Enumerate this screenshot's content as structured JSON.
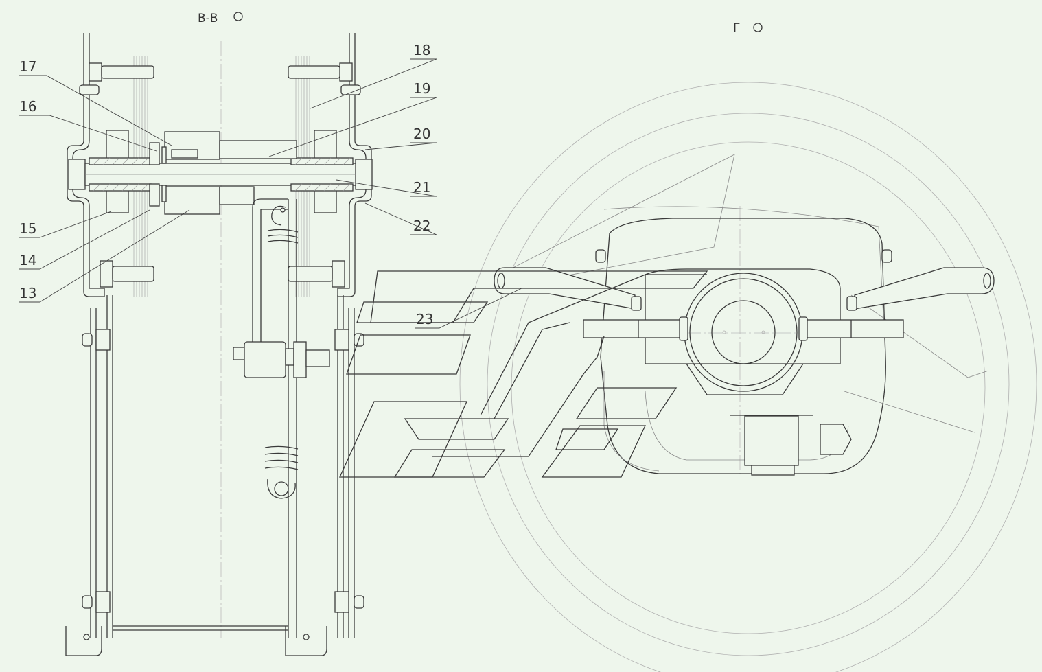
{
  "views": {
    "left_title": "В-В",
    "right_title": "Г"
  },
  "labels": [
    {
      "id": "p13",
      "text": "13"
    },
    {
      "id": "p14",
      "text": "14"
    },
    {
      "id": "p15",
      "text": "15"
    },
    {
      "id": "p16",
      "text": "16"
    },
    {
      "id": "p17",
      "text": "17"
    },
    {
      "id": "p18",
      "text": "18"
    },
    {
      "id": "p19",
      "text": "19"
    },
    {
      "id": "p20",
      "text": "20"
    },
    {
      "id": "p21",
      "text": "21"
    },
    {
      "id": "p22",
      "text": "22"
    },
    {
      "id": "p23",
      "text": "23"
    }
  ],
  "colors": {
    "background": "#eef6ec",
    "line": "#3a3a3a"
  }
}
